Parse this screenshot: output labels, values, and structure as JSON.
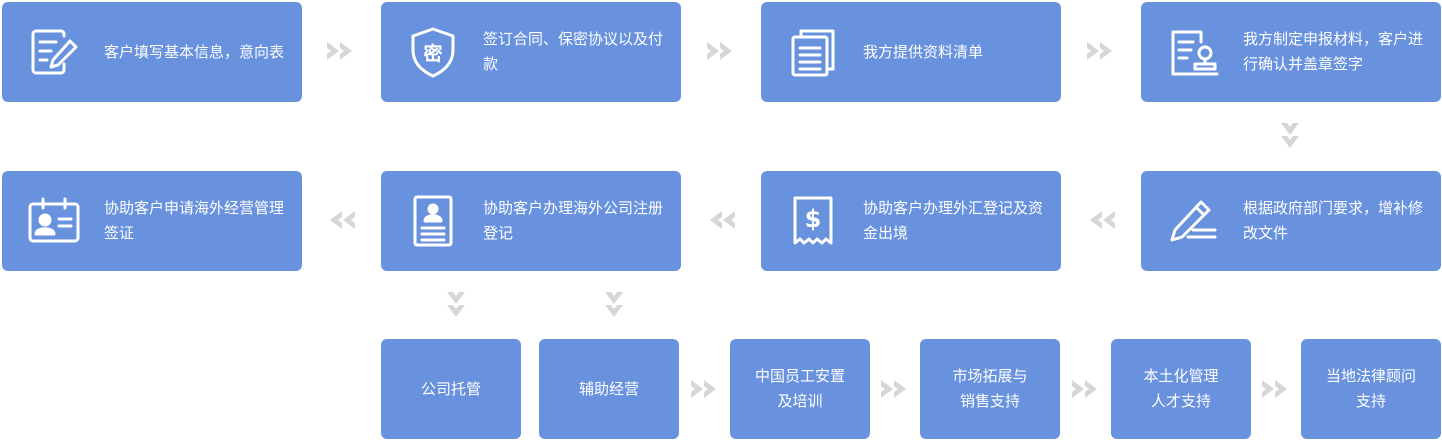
{
  "colors": {
    "card": "#6891de",
    "arrow": "#d6d6d6",
    "text": "#ffffff"
  },
  "steps": [
    {
      "icon": "form-edit-icon",
      "text": "客户填写基本信息，意向表"
    },
    {
      "icon": "secret-shield-icon",
      "icon_label": "密",
      "text": "签订合同、保密协议以及付款"
    },
    {
      "icon": "document-list-icon",
      "text": "我方提供资料清单"
    },
    {
      "icon": "document-stamp-icon",
      "text": "我方制定申报材料，客户进行确认并盖章签字"
    },
    {
      "icon": "pencil-edit-icon",
      "text": "根据政府部门要求，增补修改文件"
    },
    {
      "icon": "receipt-dollar-icon",
      "text": "协助客户办理外汇登记及资金出境"
    },
    {
      "icon": "registration-doc-icon",
      "text": "协助客户办理海外公司注册登记"
    },
    {
      "icon": "id-badge-icon",
      "text": "协助客户申请海外经营管理签证"
    }
  ],
  "services": [
    {
      "line1": "公司托管",
      "line2": ""
    },
    {
      "line1": "辅助经营",
      "line2": ""
    },
    {
      "line1": "中国员工安置",
      "line2": "及培训"
    },
    {
      "line1": "市场拓展与",
      "line2": "销售支持"
    },
    {
      "line1": "本土化管理",
      "line2": "人才支持"
    },
    {
      "line1": "当地法律顾问",
      "line2": "支持"
    }
  ]
}
